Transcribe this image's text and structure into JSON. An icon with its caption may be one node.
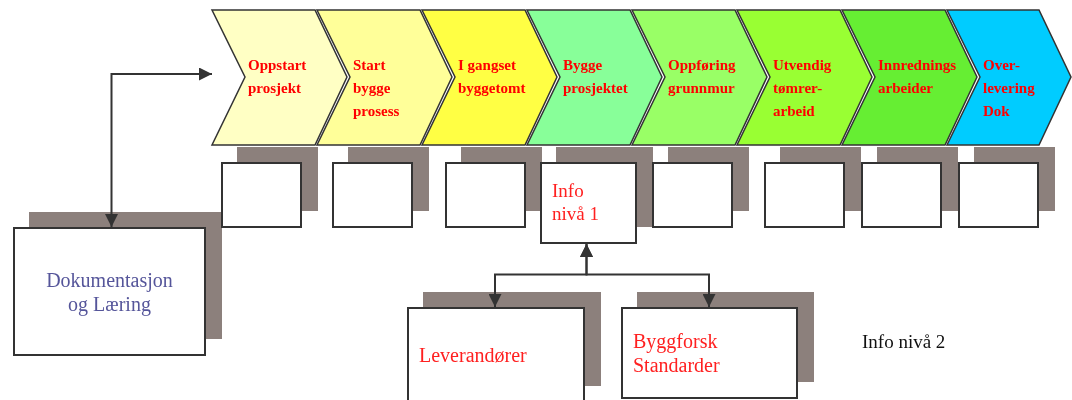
{
  "diagram": {
    "nodes": [
      {
        "text": [
          "Oppstart prosjekt"
        ]
      },
      {
        "text": [
          "Start bygge prosess"
        ]
      },
      {
        "text": [
          "I gangset byggetomt"
        ]
      },
      {
        "text": [
          "Bygge prosjektet"
        ]
      },
      {
        "text": [
          "Oppføring grunnmur"
        ]
      },
      {
        "text": [
          "Utvendig tømrer- arbeid"
        ]
      },
      {
        "text": [
          "Innrednings arbeider"
        ]
      },
      {
        "text": [
          "Over- levering Dok"
        ]
      },
      {
        "text": [],
        "shape": "box"
      },
      {
        "text": [],
        "shape": "box"
      },
      {
        "text": [],
        "shape": "box"
      },
      {
        "text": [
          "Info nivå 1"
        ]
      },
      {
        "text": [],
        "shape": "box"
      },
      {
        "text": [],
        "shape": "box"
      },
      {
        "text": [],
        "shape": "box"
      },
      {
        "text": [],
        "shape": "box"
      },
      {
        "text": [
          "Dokumentasjon og Læring"
        ]
      },
      {
        "text": [
          "Leverandører"
        ]
      },
      {
        "text": [
          "Byggforsk Standarder"
        ]
      }
    ],
    "edges": [
      {
        "from": 16,
        "to": 0,
        "arrow": "both"
      },
      {
        "from": 11,
        "to": 17,
        "arrow": "both"
      },
      {
        "from": 11,
        "to": 18,
        "arrow": "both"
      }
    ],
    "labels": [
      "Info nivå 2"
    ]
  }
}
